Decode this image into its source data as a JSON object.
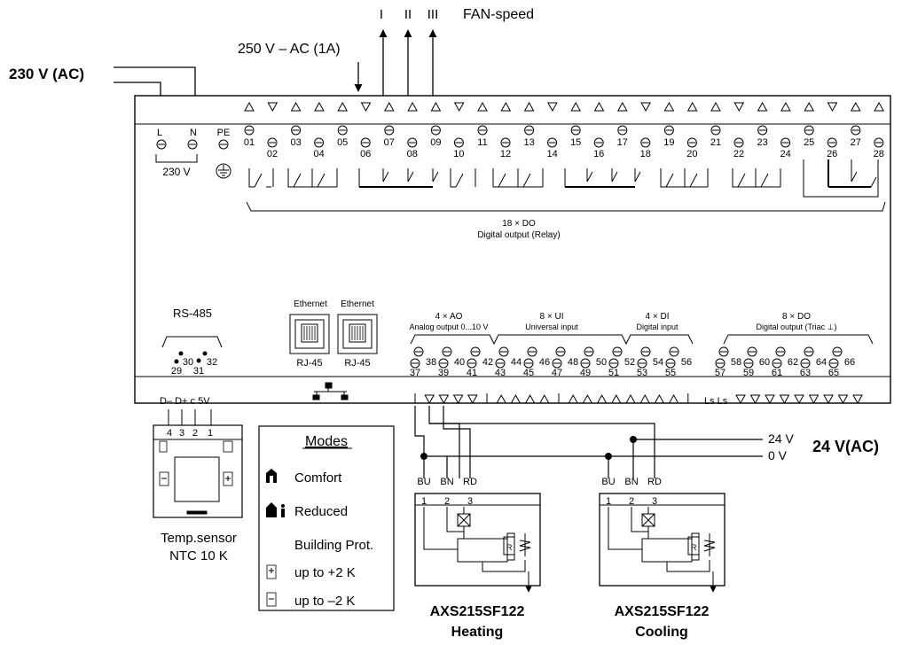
{
  "top": {
    "mains_label": "230 V (AC)",
    "relay_rating": "250 V – AC (1A)",
    "fan_speeds": [
      "I",
      "II",
      "III"
    ],
    "fan_label": "FAN-speed"
  },
  "power": {
    "l": "L",
    "n": "N",
    "pe": "PE",
    "voltage": "230 V"
  },
  "do_terminals": {
    "top": [
      "01",
      "03",
      "05",
      "07",
      "09",
      "11",
      "13",
      "15",
      "17",
      "19",
      "21",
      "23",
      "25",
      "27"
    ],
    "bottom": [
      "02",
      "04",
      "06",
      "08",
      "10",
      "12",
      "14",
      "16",
      "18",
      "20",
      "22",
      "24",
      "26",
      "28"
    ]
  },
  "do_group": {
    "count": "18 × DO",
    "desc": "Digital output (Relay)"
  },
  "rs485": {
    "title": "RS-485",
    "pins_top": [
      "30",
      "32"
    ],
    "pins_bottom": [
      "29",
      "31"
    ]
  },
  "ethernet": {
    "title1": "Ethernet",
    "title2": "Ethernet",
    "port1": "RJ-45",
    "port2": "RJ-45"
  },
  "io_groups": [
    {
      "count": "4 × AO",
      "desc": "Analog output 0...10 V"
    },
    {
      "count": "8 × UI",
      "desc": "Universal input"
    },
    {
      "count": "4 × DI",
      "desc": "Digital input"
    },
    {
      "count": "8 × DO",
      "desc": "Digital output (Triac ⊥)"
    }
  ],
  "io_terminals": {
    "top": [
      "38",
      "40",
      "42",
      "44",
      "46",
      "48",
      "50",
      "52",
      "54",
      "56",
      "58",
      "60",
      "62",
      "64",
      "66"
    ],
    "bottom": [
      "37",
      "39",
      "41",
      "43",
      "45",
      "47",
      "49",
      "51",
      "53",
      "55",
      "57",
      "59",
      "61",
      "63",
      "65"
    ]
  },
  "sensor_bus": {
    "label": "D– D+ c  5V",
    "pins": [
      "4",
      "3",
      "2",
      "1"
    ]
  },
  "sensor": {
    "line1": "Temp.sensor",
    "line2": "NTC 10 K"
  },
  "modes": {
    "title": "Modes",
    "items": [
      "Comfort",
      "Reduced",
      "Building Prot.",
      "up to +2 K",
      "up to –2 K"
    ]
  },
  "supply": {
    "v24": "24 V",
    "v0": "0 V",
    "main": "24 V(AC)"
  },
  "ls_label": "Ls  Ls",
  "actuators": [
    {
      "wires": [
        "BU",
        "BN",
        "RD"
      ],
      "pins": [
        "1",
        "2",
        "3"
      ],
      "model": "AXS215SF122",
      "role": "Heating"
    },
    {
      "wires": [
        "BU",
        "BN",
        "RD"
      ],
      "pins": [
        "1",
        "2",
        "3"
      ],
      "model": "AXS215SF122",
      "role": "Cooling"
    }
  ],
  "colors": {
    "line": "#000000",
    "background": "#ffffff"
  }
}
